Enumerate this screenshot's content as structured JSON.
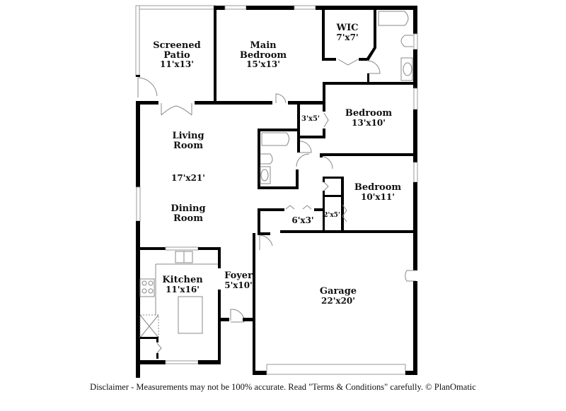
{
  "floorplan": {
    "rooms": [
      {
        "id": "screened-patio",
        "name": "Screened\nPatio",
        "name_lines": [
          "Screened",
          "Patio"
        ],
        "dims": "11'x13'"
      },
      {
        "id": "main-bedroom",
        "name_lines": [
          "Main",
          "Bedroom"
        ],
        "dims": "15'x13'"
      },
      {
        "id": "wic",
        "name_lines": [
          "WIC"
        ],
        "dims": "7'x7'"
      },
      {
        "id": "bedroom-2",
        "name_lines": [
          "Bedroom"
        ],
        "dims": "13'x10'"
      },
      {
        "id": "closet-3x5",
        "name_lines": [],
        "dims": "3'x5'"
      },
      {
        "id": "living-room",
        "name_lines": [
          "Living",
          "Room"
        ],
        "dims": "17'x21'"
      },
      {
        "id": "dining-room",
        "name_lines": [
          "Dining",
          "Room"
        ],
        "dims": ""
      },
      {
        "id": "bedroom-3",
        "name_lines": [
          "Bedroom"
        ],
        "dims": "10'x11'"
      },
      {
        "id": "closet-6x3",
        "name_lines": [],
        "dims": "6'x3'"
      },
      {
        "id": "closet-2x5",
        "name_lines": [],
        "dims": "2'x5'"
      },
      {
        "id": "kitchen",
        "name_lines": [
          "Kitchen"
        ],
        "dims": "11'x16'"
      },
      {
        "id": "foyer",
        "name_lines": [
          "Foyer"
        ],
        "dims": "5'x10'"
      },
      {
        "id": "garage",
        "name_lines": [
          "Garage"
        ],
        "dims": "22'x20'"
      }
    ],
    "labels": {
      "patio_l1": "Screened",
      "patio_l2": "Patio",
      "patio_d": "11'x13'",
      "main_l1": "Main",
      "main_l2": "Bedroom",
      "main_d": "15'x13'",
      "wic_l1": "WIC",
      "wic_d": "7'x7'",
      "bed2_l1": "Bedroom",
      "bed2_d": "13'x10'",
      "c35_d": "3'x5'",
      "living_l1": "Living",
      "living_l2": "Room",
      "living_d": "17'x21'",
      "dining_l1": "Dining",
      "dining_l2": "Room",
      "bed3_l1": "Bedroom",
      "bed3_d": "10'x11'",
      "c63_d": "6'x3'",
      "c25_d": "2'x5'",
      "kitchen_l1": "Kitchen",
      "kitchen_d": "11'x16'",
      "foyer_l1": "Foyer",
      "foyer_d": "5'x10'",
      "garage_l1": "Garage",
      "garage_d": "22'x20'"
    },
    "colors": {
      "wall": "#000000",
      "window": "#999999",
      "background": "#ffffff"
    }
  },
  "footer": {
    "disclaimer": "Disclaimer - Measurements may not be 100% accurate. Read \"Terms & Conditions\" carefully. © PlanOmatic"
  }
}
